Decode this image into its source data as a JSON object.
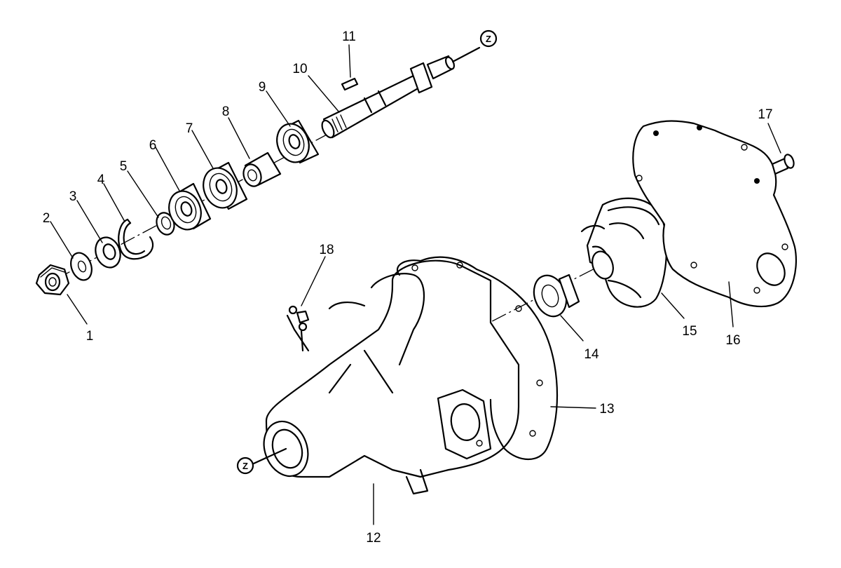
{
  "callouts": [
    "1",
    "2",
    "3",
    "4",
    "5",
    "6",
    "7",
    "8",
    "9",
    "10",
    "11",
    "12",
    "13",
    "14",
    "15",
    "16",
    "17",
    "18"
  ],
  "reference_marks": {
    "top": "Z",
    "bottom": "Z"
  }
}
